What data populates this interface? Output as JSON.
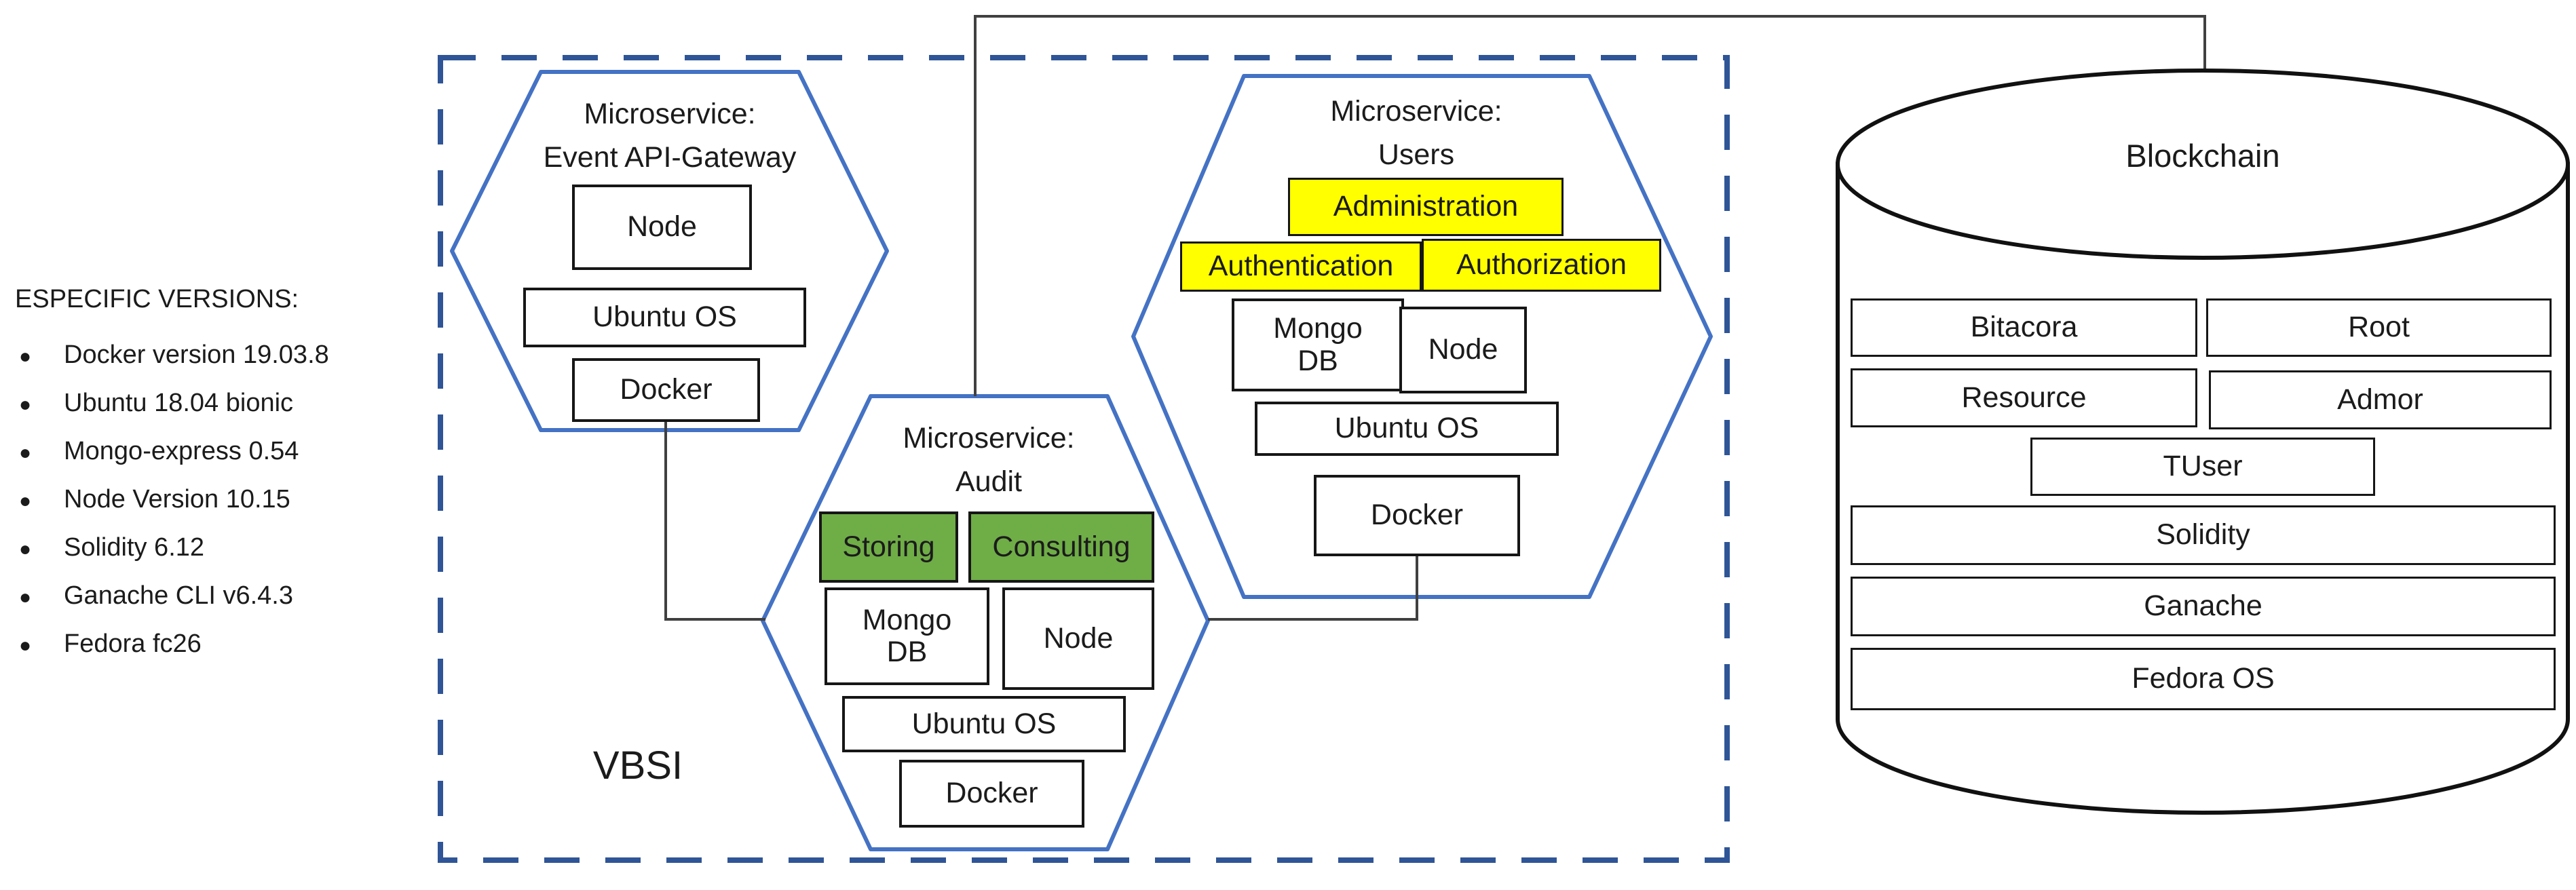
{
  "colors": {
    "hex-stroke": "#4472C4",
    "dash-stroke": "#2F5597",
    "connector": "#404040",
    "box-border": "#161616",
    "green-fill": "#6FAD47",
    "yellow-fill": "#FFFF00",
    "cylinder-stroke": "#111111",
    "text": "#1b1b1b"
  },
  "versions": {
    "title": "ESPECIFIC VERSIONS:",
    "items": [
      "Docker version 19.03.8",
      "Ubuntu 18.04 bionic",
      "Mongo-express 0.54",
      "Node Version 10.15",
      "Solidity 6.12",
      "Ganache CLI v6.4.3",
      "Fedora fc26"
    ]
  },
  "vbsi_label": "VBSI",
  "microservices": {
    "gateway": {
      "title_line1": "Microservice:",
      "title_line2": "Event API-Gateway",
      "node": "Node",
      "ubuntu": "Ubuntu OS",
      "docker": "Docker"
    },
    "audit": {
      "title_line1": "Microservice:",
      "title_line2": "Audit",
      "storing": "Storing",
      "consulting": "Consulting",
      "mongo": "Mongo\nDB",
      "node": "Node",
      "ubuntu": "Ubuntu OS",
      "docker": "Docker"
    },
    "users": {
      "title_line1": "Microservice:",
      "title_line2": "Users",
      "administration": "Administration",
      "authentication": "Authentication",
      "authorization": "Authorization",
      "mongo": "Mongo\nDB",
      "node": "Node",
      "ubuntu": "Ubuntu OS",
      "docker": "Docker"
    }
  },
  "blockchain": {
    "title": "Blockchain",
    "bitacora": "Bitacora",
    "root": "Root",
    "resource": "Resource",
    "admor": "Admor",
    "tuser": "TUser",
    "solidity": "Solidity",
    "ganache": "Ganache",
    "fedora": "Fedora OS"
  }
}
